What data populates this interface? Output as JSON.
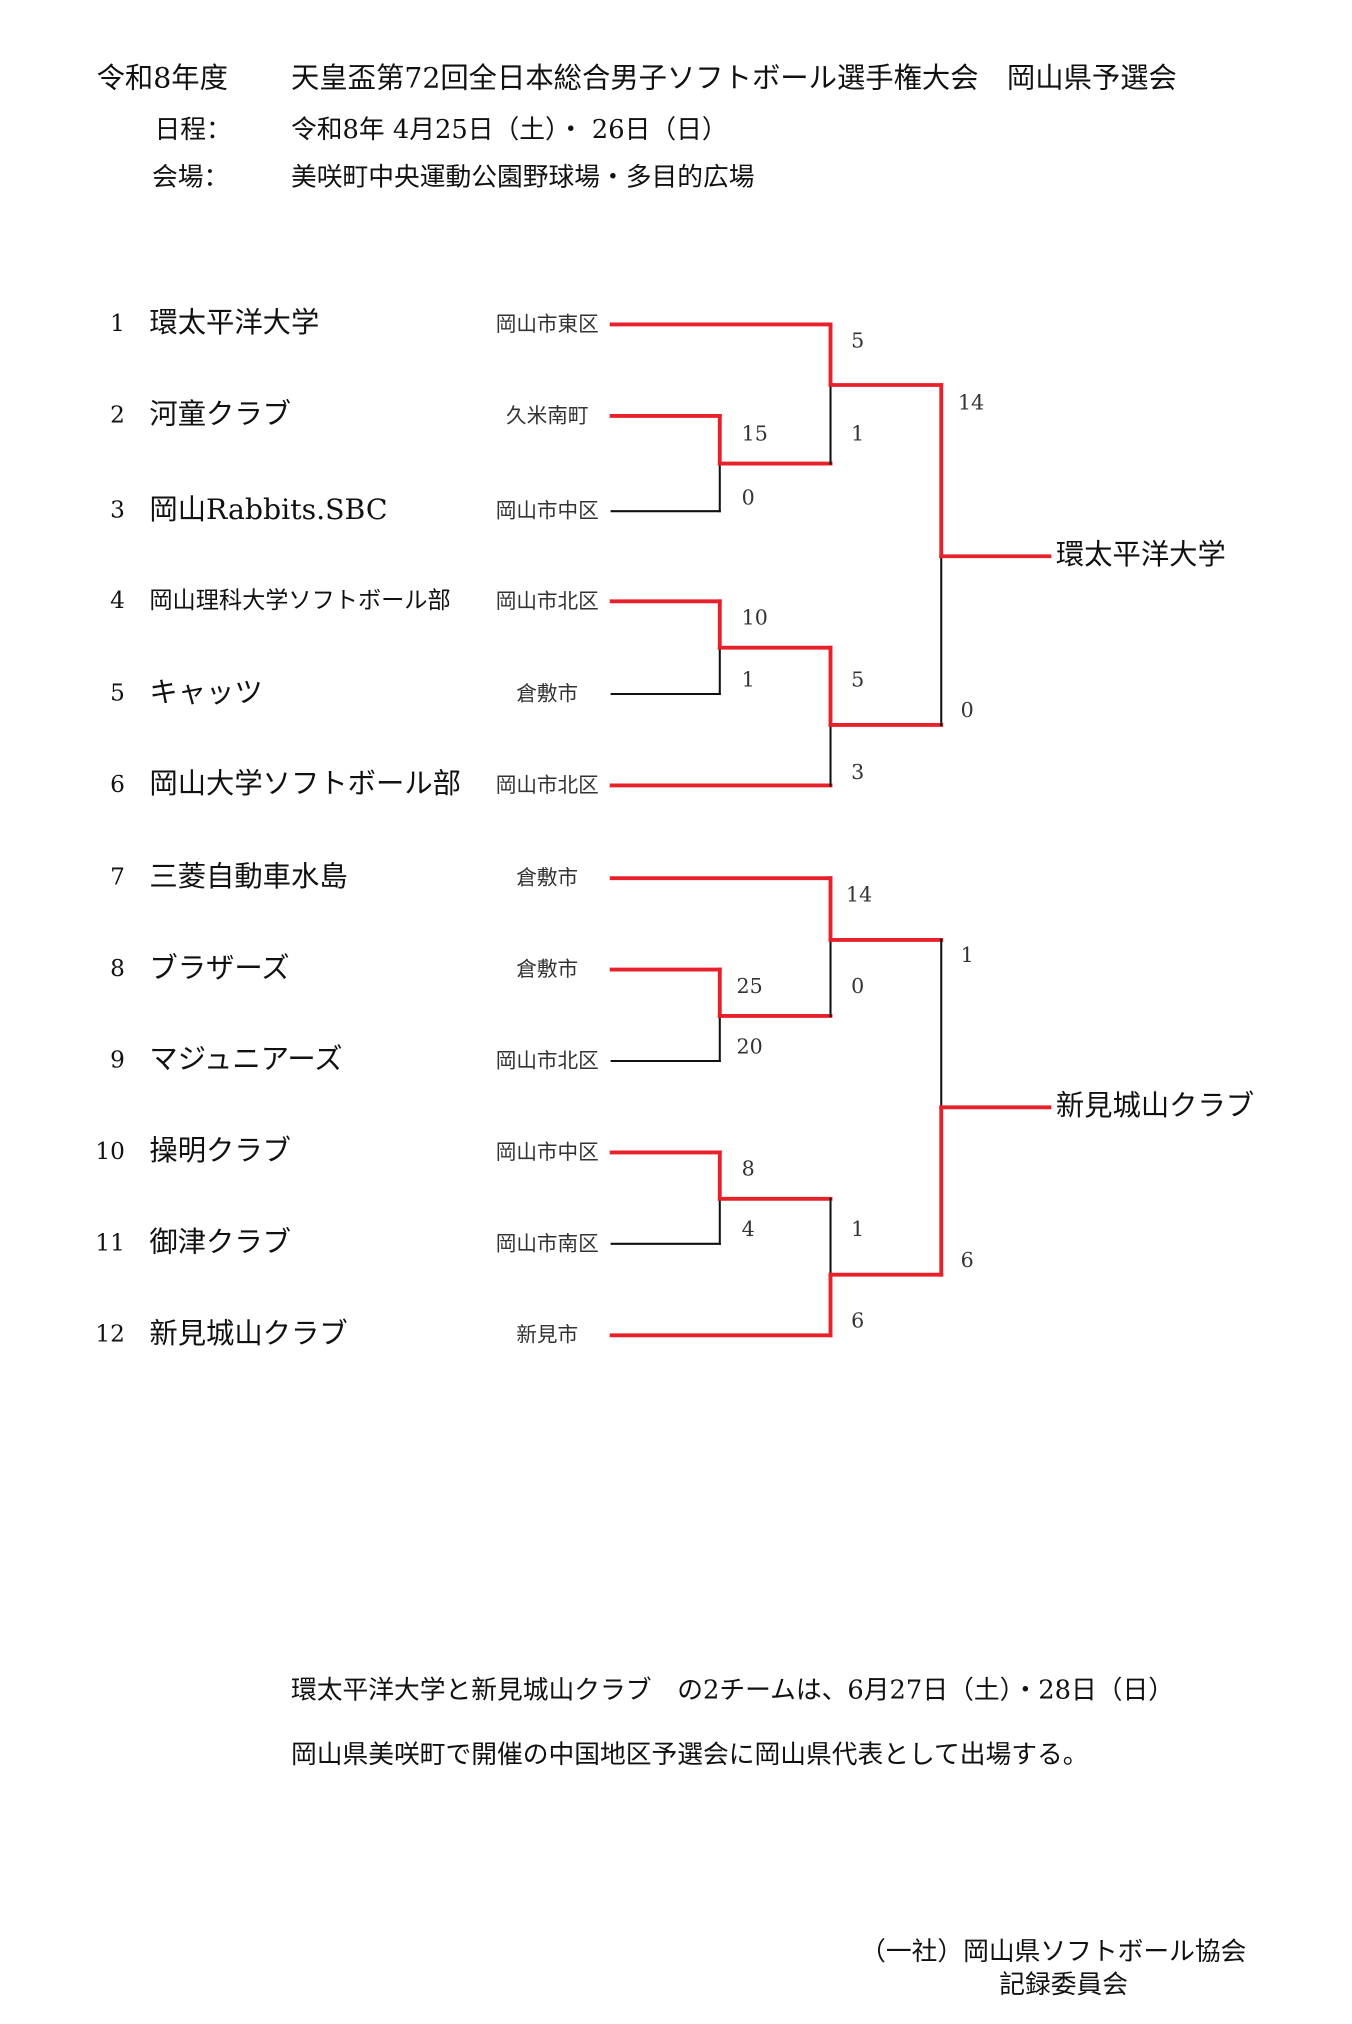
{
  "header": {
    "year": "令和8年度",
    "title": "天皇盃第72回全日本総合男子ソフトボール選手権大会　岡山県予選会",
    "schedule_label": "日程：",
    "schedule": "令和8年 4月25日（土）・ 26日（日）",
    "venue_label": "会場：",
    "venue": "美咲町中央運動公園野球場・多目的広場"
  },
  "teams": [
    {
      "seed": "1",
      "name": "環太平洋大学",
      "location": "岡山市東区"
    },
    {
      "seed": "2",
      "name": "河童クラブ",
      "location": "久米南町"
    },
    {
      "seed": "3",
      "name": "岡山Rabbits.SBC",
      "location": "岡山市中区"
    },
    {
      "seed": "4",
      "name": "岡山理科大学ソフトボール部",
      "location": "岡山市北区"
    },
    {
      "seed": "5",
      "name": "キャッツ",
      "location": "倉敷市"
    },
    {
      "seed": "6",
      "name": "岡山大学ソフトボール部",
      "location": "岡山市北区"
    },
    {
      "seed": "7",
      "name": "三菱自動車水島",
      "location": "倉敷市"
    },
    {
      "seed": "8",
      "name": "ブラザーズ",
      "location": "倉敷市"
    },
    {
      "seed": "9",
      "name": "マジュニアーズ",
      "location": "岡山市北区"
    },
    {
      "seed": "10",
      "name": "操明クラブ",
      "location": "岡山市中区"
    },
    {
      "seed": "11",
      "name": "御津クラブ",
      "location": "岡山市南区"
    },
    {
      "seed": "12",
      "name": "新見城山クラブ",
      "location": "新見市"
    }
  ],
  "matches": [
    {
      "id": "2v3",
      "scores": [
        "15",
        "0"
      ]
    },
    {
      "id": "1vW23",
      "scores": [
        "5",
        "1"
      ]
    },
    {
      "id": "4v5",
      "scores": [
        "10",
        "1"
      ]
    },
    {
      "id": "W45v6",
      "scores": [
        "5",
        "3"
      ]
    },
    {
      "id": "top-final",
      "scores": [
        "14",
        "0"
      ]
    },
    {
      "id": "8v9",
      "scores": [
        "25",
        "20"
      ]
    },
    {
      "id": "7vW89",
      "scores": [
        "14",
        "0"
      ]
    },
    {
      "id": "10v11",
      "scores": [
        "8",
        "4"
      ]
    },
    {
      "id": "W1011v12",
      "scores": [
        "1",
        "6"
      ]
    },
    {
      "id": "bottom-final",
      "scores": [
        "1",
        "6"
      ]
    }
  ],
  "winners": [
    "環太平洋大学",
    "新見城山クラブ"
  ],
  "footer": {
    "line1": "環太平洋大学と新見城山クラブ　の2チームは、6月27日（土）・28日（日）",
    "line2": "岡山県美咲町で開催の中国地区予選会に岡山県代表として出場する。",
    "org": "（一社）岡山県ソフトボール協会",
    "committee": "記録委員会"
  },
  "colors": {
    "win_line": "#e8202a",
    "lose_line": "#111111"
  }
}
